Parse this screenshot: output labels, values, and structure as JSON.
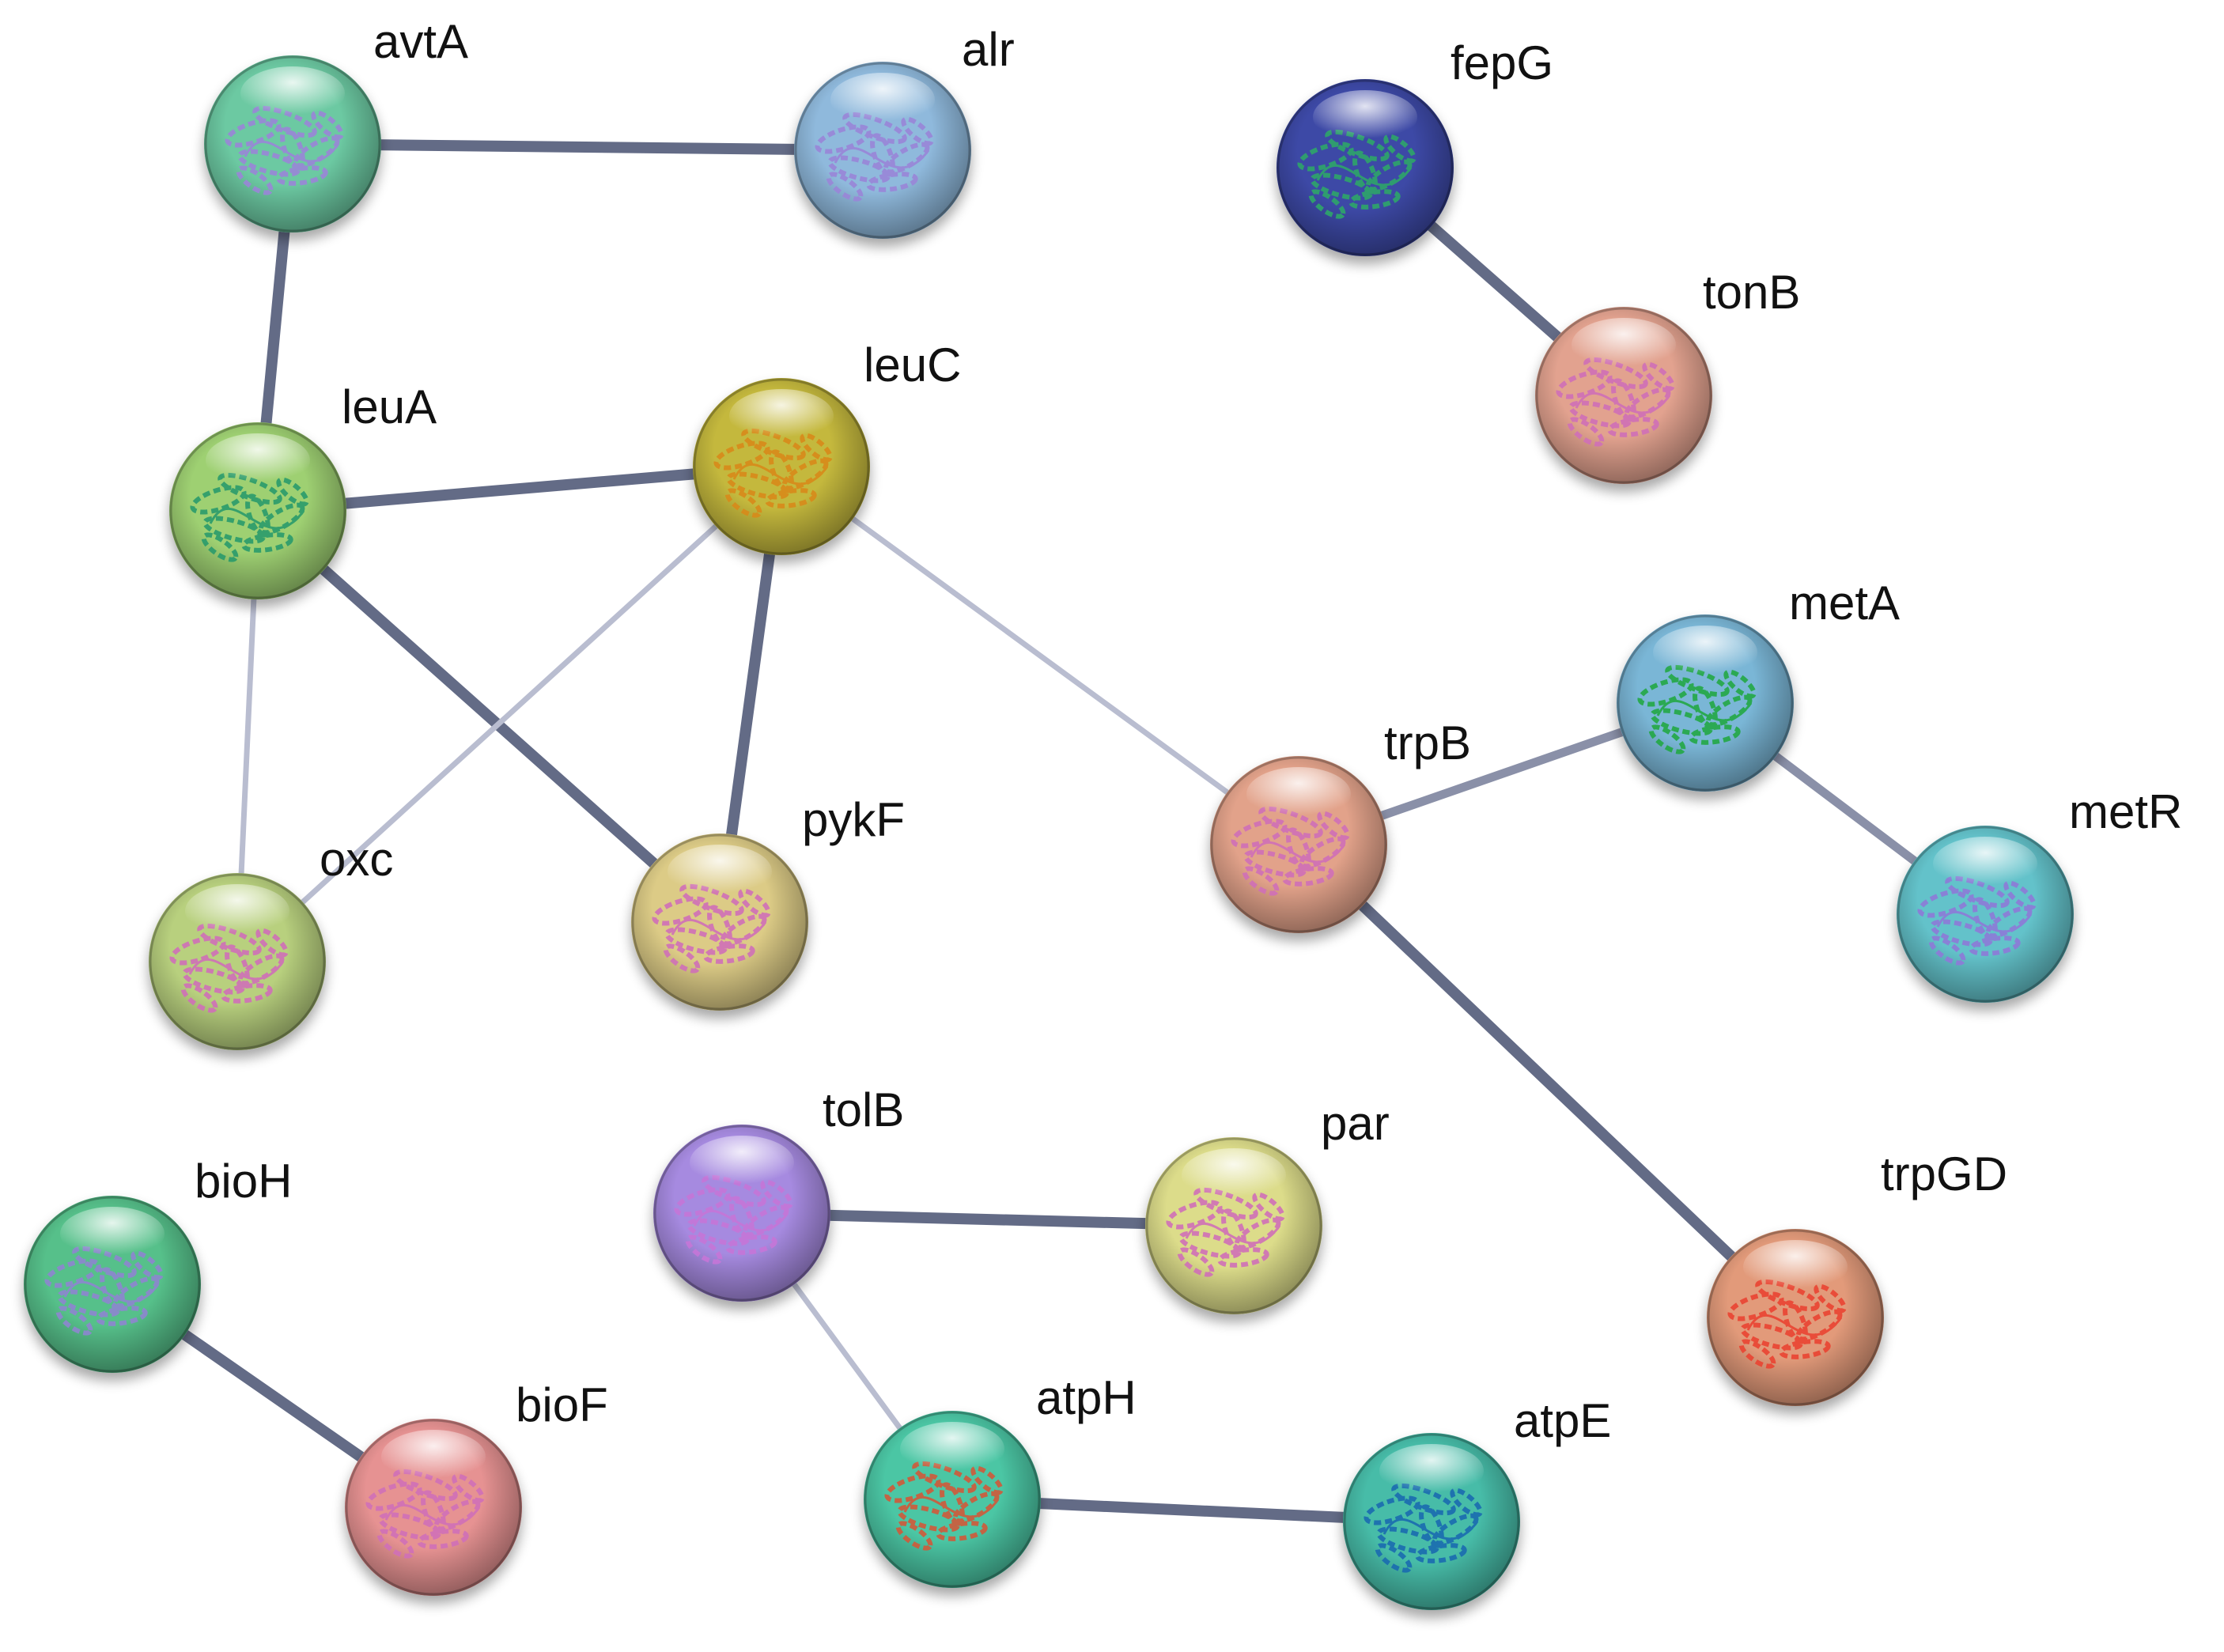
{
  "nodes": [
    {
      "id": "avtA",
      "label": "avtA",
      "color": "#6cc9a2",
      "structure": "#9a86d8"
    },
    {
      "id": "alr",
      "label": "alr",
      "color": "#8fb9dc",
      "structure": "#9a86d8"
    },
    {
      "id": "fepG",
      "label": "fepG",
      "color": "#3c4aa6",
      "structure": "#2ea66a"
    },
    {
      "id": "tonB",
      "label": "tonB",
      "color": "#e2a28f",
      "structure": "#d070b8"
    },
    {
      "id": "leuA",
      "label": "leuA",
      "color": "#9ed072",
      "structure": "#2a9b6c"
    },
    {
      "id": "leuC",
      "label": "leuC",
      "color": "#c4b83e",
      "structure": "#d88a1a"
    },
    {
      "id": "metA",
      "label": "metA",
      "color": "#7ab6d6",
      "structure": "#23a845"
    },
    {
      "id": "trpB",
      "label": "trpB",
      "color": "#e2a28a",
      "structure": "#d070b8"
    },
    {
      "id": "metR",
      "label": "metR",
      "color": "#64c2ca",
      "structure": "#8e7ad8"
    },
    {
      "id": "oxc",
      "label": "oxc",
      "color": "#b8d07e",
      "structure": "#d070b8"
    },
    {
      "id": "pykF",
      "label": "pykF",
      "color": "#dccb86",
      "structure": "#d070b8"
    },
    {
      "id": "tolB",
      "label": "tolB",
      "color": "#a68ae0",
      "structure": "#c676d8"
    },
    {
      "id": "par",
      "label": "par",
      "color": "#dcdc8a",
      "structure": "#d070b8"
    },
    {
      "id": "trpGD",
      "label": "trpGD",
      "color": "#e29a7a",
      "structure": "#ea4432"
    },
    {
      "id": "bioH",
      "label": "bioH",
      "color": "#56c08a",
      "structure": "#8e86d0"
    },
    {
      "id": "bioF",
      "label": "bioF",
      "color": "#e69292",
      "structure": "#d070b8"
    },
    {
      "id": "atpH",
      "label": "atpH",
      "color": "#4cc6a4",
      "structure": "#d05a3a"
    },
    {
      "id": "atpE",
      "label": "atpE",
      "color": "#46bca8",
      "structure": "#1a6cb0"
    }
  ],
  "edges": [
    {
      "source": "avtA",
      "target": "alr",
      "strength": "strong"
    },
    {
      "source": "avtA",
      "target": "leuA",
      "strength": "strong"
    },
    {
      "source": "fepG",
      "target": "tonB",
      "strength": "strong"
    },
    {
      "source": "leuA",
      "target": "leuC",
      "strength": "strong"
    },
    {
      "source": "leuA",
      "target": "pykF",
      "strength": "strong"
    },
    {
      "source": "leuA",
      "target": "oxc",
      "strength": "weak"
    },
    {
      "source": "leuC",
      "target": "oxc",
      "strength": "weak"
    },
    {
      "source": "leuC",
      "target": "pykF",
      "strength": "strong"
    },
    {
      "source": "leuC",
      "target": "trpB",
      "strength": "weak"
    },
    {
      "source": "trpB",
      "target": "metA",
      "strength": "medium"
    },
    {
      "source": "metA",
      "target": "metR",
      "strength": "medium"
    },
    {
      "source": "trpB",
      "target": "trpGD",
      "strength": "strong"
    },
    {
      "source": "tolB",
      "target": "par",
      "strength": "strong"
    },
    {
      "source": "tolB",
      "target": "atpH",
      "strength": "weak"
    },
    {
      "source": "atpH",
      "target": "atpE",
      "strength": "strong"
    },
    {
      "source": "bioH",
      "target": "bioF",
      "strength": "strong"
    }
  ],
  "edge_colors": {
    "strong": "#636b86",
    "medium": "#8a90a8",
    "weak": "#b9bdd0"
  }
}
